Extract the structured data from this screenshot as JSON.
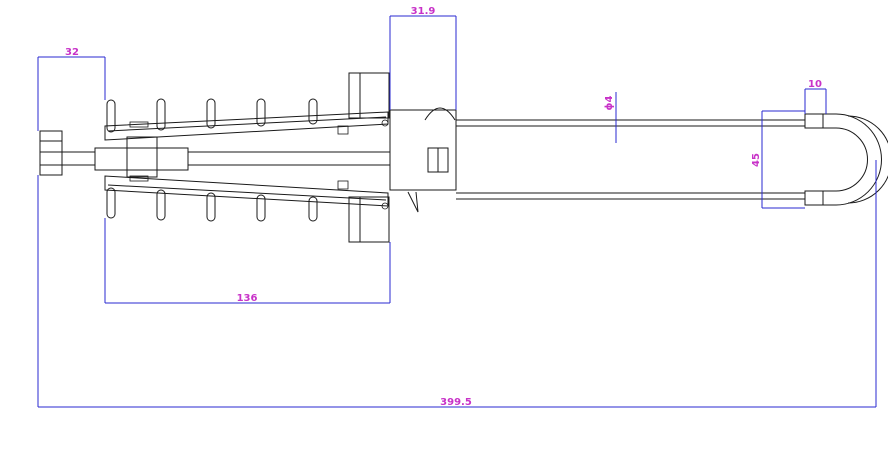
{
  "colors": {
    "dimension": "#c832c8",
    "dimension_line": "#2a2ad0",
    "outline": "#1a1a1a",
    "background": "#ffffff"
  },
  "dimensions": {
    "front_clamp_width": "31.9",
    "tail_length": "32",
    "ring_spacing": "10",
    "hole_diameter": "ϕ4",
    "loop_height": "45",
    "sheath_length": "136",
    "overall_length": "399.5"
  }
}
